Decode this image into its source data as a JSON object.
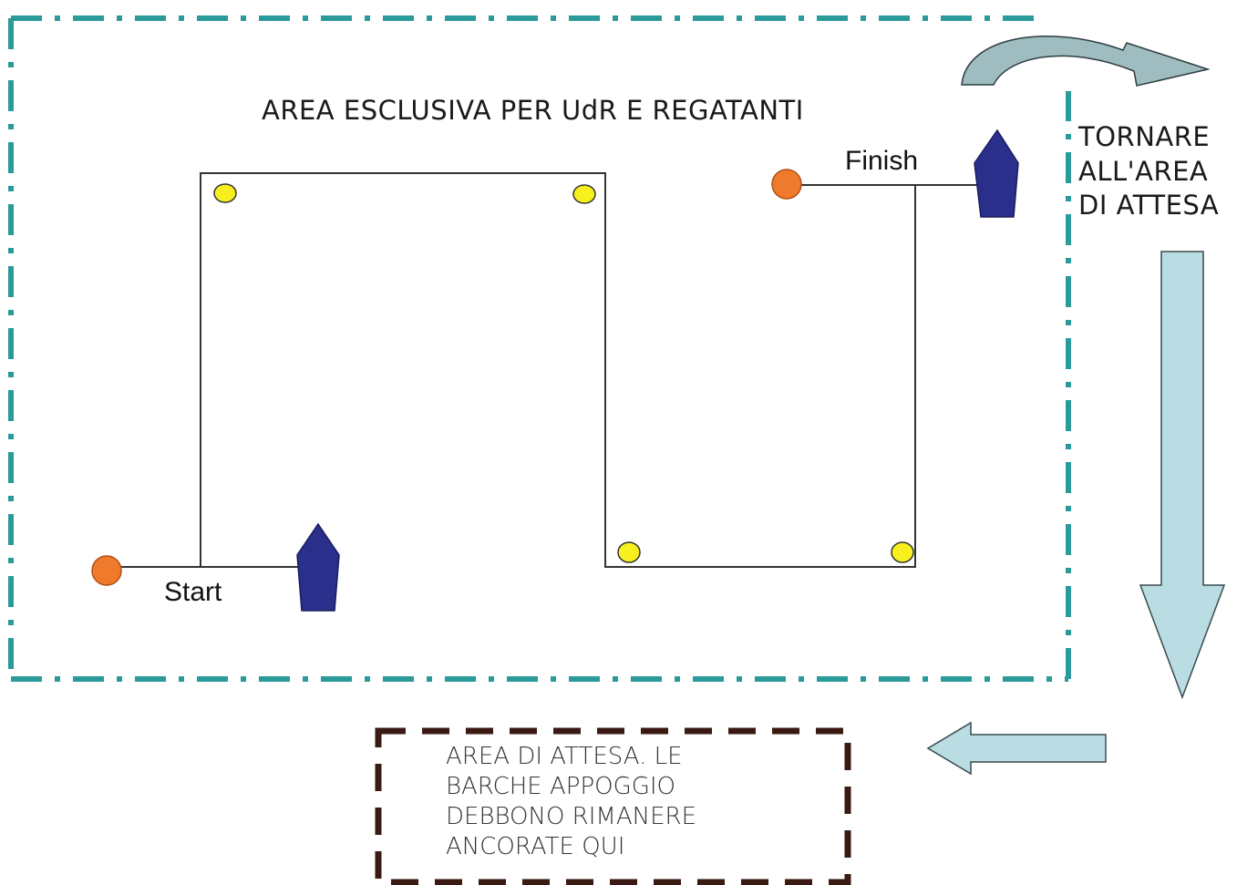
{
  "labels": {
    "exclusive_area": "AREA ESCLUSIVA PER UdR E REGATANTI",
    "return_line1": "TORNARE",
    "return_line2": "ALL'AREA",
    "return_line3": "DI ATTESA",
    "finish": "Finish",
    "start": "Start",
    "waiting_line1": "AREA DI ATTESA. LE",
    "waiting_line2": "BARCHE APPOGGIO",
    "waiting_line3": "DEBBONO RIMANERE",
    "waiting_line4": "ANCORATE QUI"
  },
  "colors": {
    "area_border": "#2a9a9a",
    "waiting_border": "#3a1a12",
    "course_line": "#333333",
    "mark_buoy": "#f7f01e",
    "line_buoy": "#f07a2c",
    "committee_boat": "#2a2f8c",
    "arrow_fill": "#b9dde3",
    "curved_arrow_fill": "#9fbcc0"
  },
  "icons": {
    "curved_arrow": "curved-arrow-icon",
    "down_arrow": "down-arrow-icon",
    "left_arrow": "left-arrow-icon",
    "boat": "boat-icon",
    "buoy": "buoy-icon"
  }
}
